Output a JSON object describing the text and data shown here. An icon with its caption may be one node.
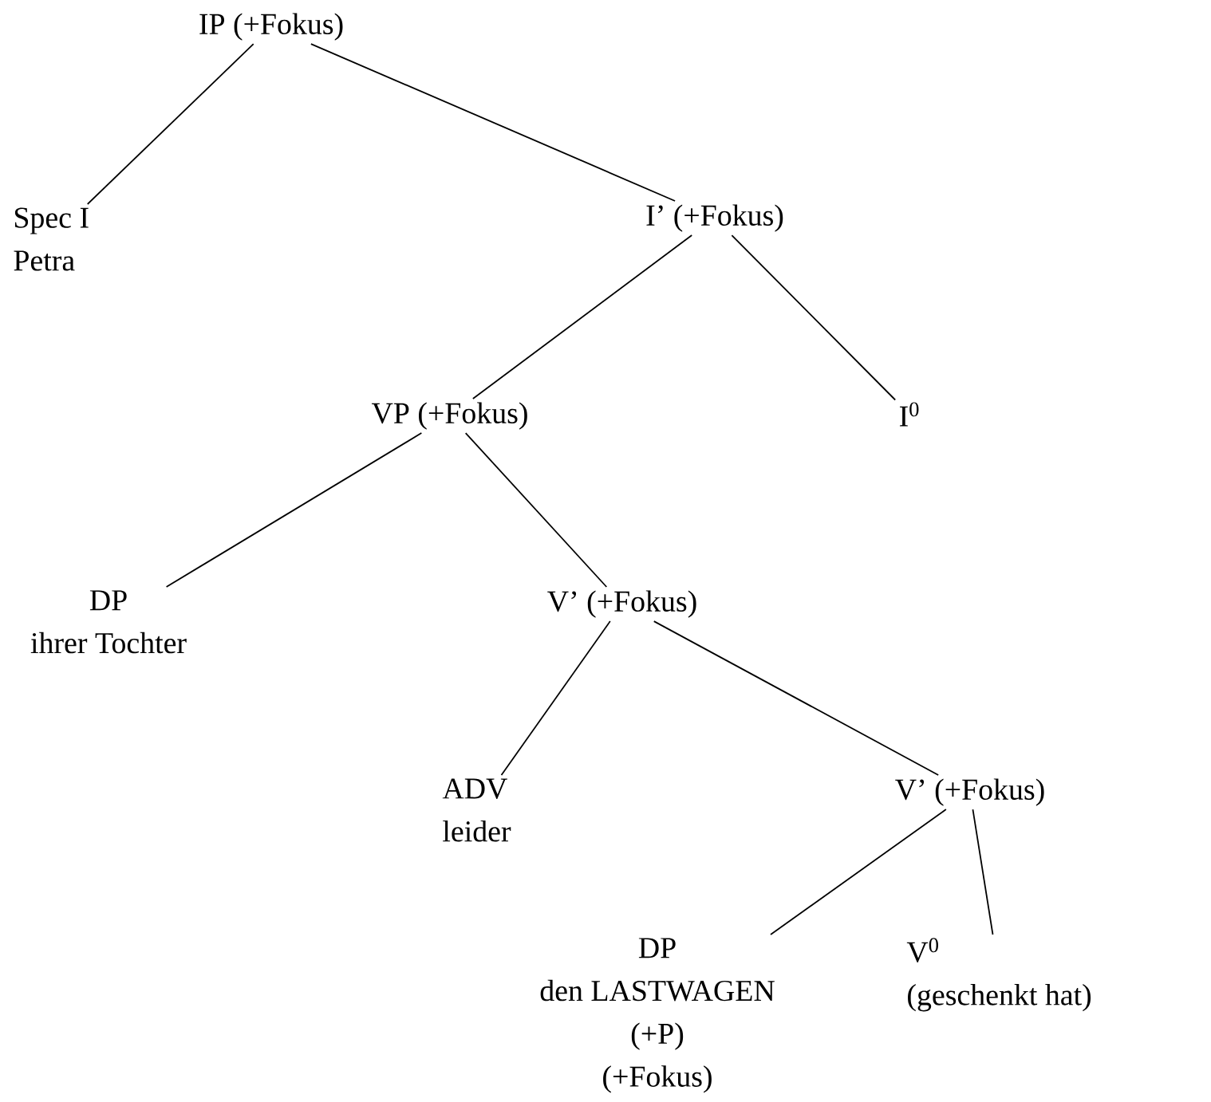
{
  "diagram": {
    "nodes": [
      {
        "text": [
          "IP (+Fokus)"
        ]
      },
      {
        "text": [
          "Spec I",
          "Petra"
        ]
      },
      {
        "text": [
          "I’ (+Fokus)"
        ]
      },
      {
        "text": [
          "VP (+Fokus)"
        ]
      },
      {
        "text": [
          "I$^{0}$"
        ]
      },
      {
        "text": [
          "DP",
          "ihrer Tochter"
        ]
      },
      {
        "text": [
          "V’ (+Fokus)"
        ]
      },
      {
        "text": [
          "ADV",
          "leider"
        ]
      },
      {
        "text": [
          "V’ (+Fokus)"
        ]
      },
      {
        "text": [
          "DP",
          "den LASTWAGEN",
          "(+P)",
          "(+Fokus)"
        ]
      },
      {
        "text": [
          "V$^{0}$",
          "(geschenkt hat)"
        ]
      }
    ],
    "edges": [
      {
        "from": 0,
        "to": 1,
        "arrow": "none"
      },
      {
        "from": 0,
        "to": 2,
        "arrow": "none"
      },
      {
        "from": 2,
        "to": 3,
        "arrow": "none"
      },
      {
        "from": 2,
        "to": 4,
        "arrow": "none"
      },
      {
        "from": 3,
        "to": 5,
        "arrow": "none"
      },
      {
        "from": 3,
        "to": 6,
        "arrow": "none"
      },
      {
        "from": 6,
        "to": 7,
        "arrow": "none"
      },
      {
        "from": 6,
        "to": 8,
        "arrow": "none"
      },
      {
        "from": 8,
        "to": 9,
        "arrow": "none"
      },
      {
        "from": 8,
        "to": 10,
        "arrow": "none"
      }
    ]
  }
}
